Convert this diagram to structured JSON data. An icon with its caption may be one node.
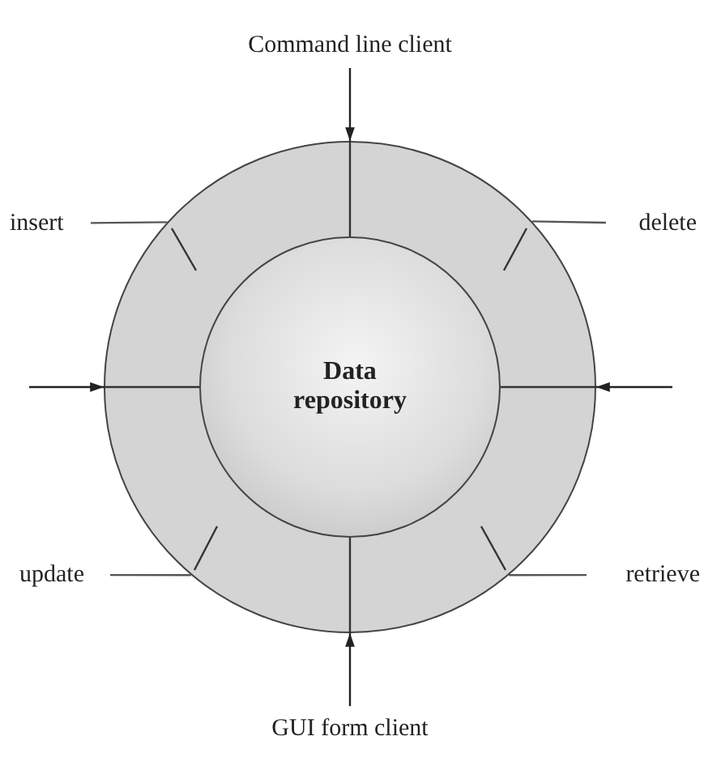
{
  "diagram": {
    "nodes": [
      {
        "text": [],
        "shape": "circle"
      },
      {
        "text": [
          "Data repository"
        ],
        "in": 0
      },
      {
        "text": [
          "Command line client"
        ]
      },
      {
        "text": [
          "GUI form client"
        ]
      },
      {
        "text": [
          "insert"
        ]
      },
      {
        "text": [
          "delete"
        ]
      },
      {
        "text": [
          "update"
        ]
      },
      {
        "text": [
          "retrieve"
        ]
      }
    ],
    "edges": [
      {
        "from": 2,
        "to": 0,
        "arrow": "to"
      },
      {
        "from": null,
        "to": 0,
        "arrow": "to"
      },
      {
        "from": null,
        "to": 0,
        "arrow": "to"
      },
      {
        "from": 3,
        "to": 0,
        "arrow": "to"
      },
      {
        "from": 4,
        "to": 0,
        "arrow": "none"
      },
      {
        "from": 5,
        "to": 0,
        "arrow": "none"
      },
      {
        "from": 6,
        "to": 0,
        "arrow": "none"
      },
      {
        "from": 7,
        "to": 0,
        "arrow": "none"
      }
    ]
  }
}
